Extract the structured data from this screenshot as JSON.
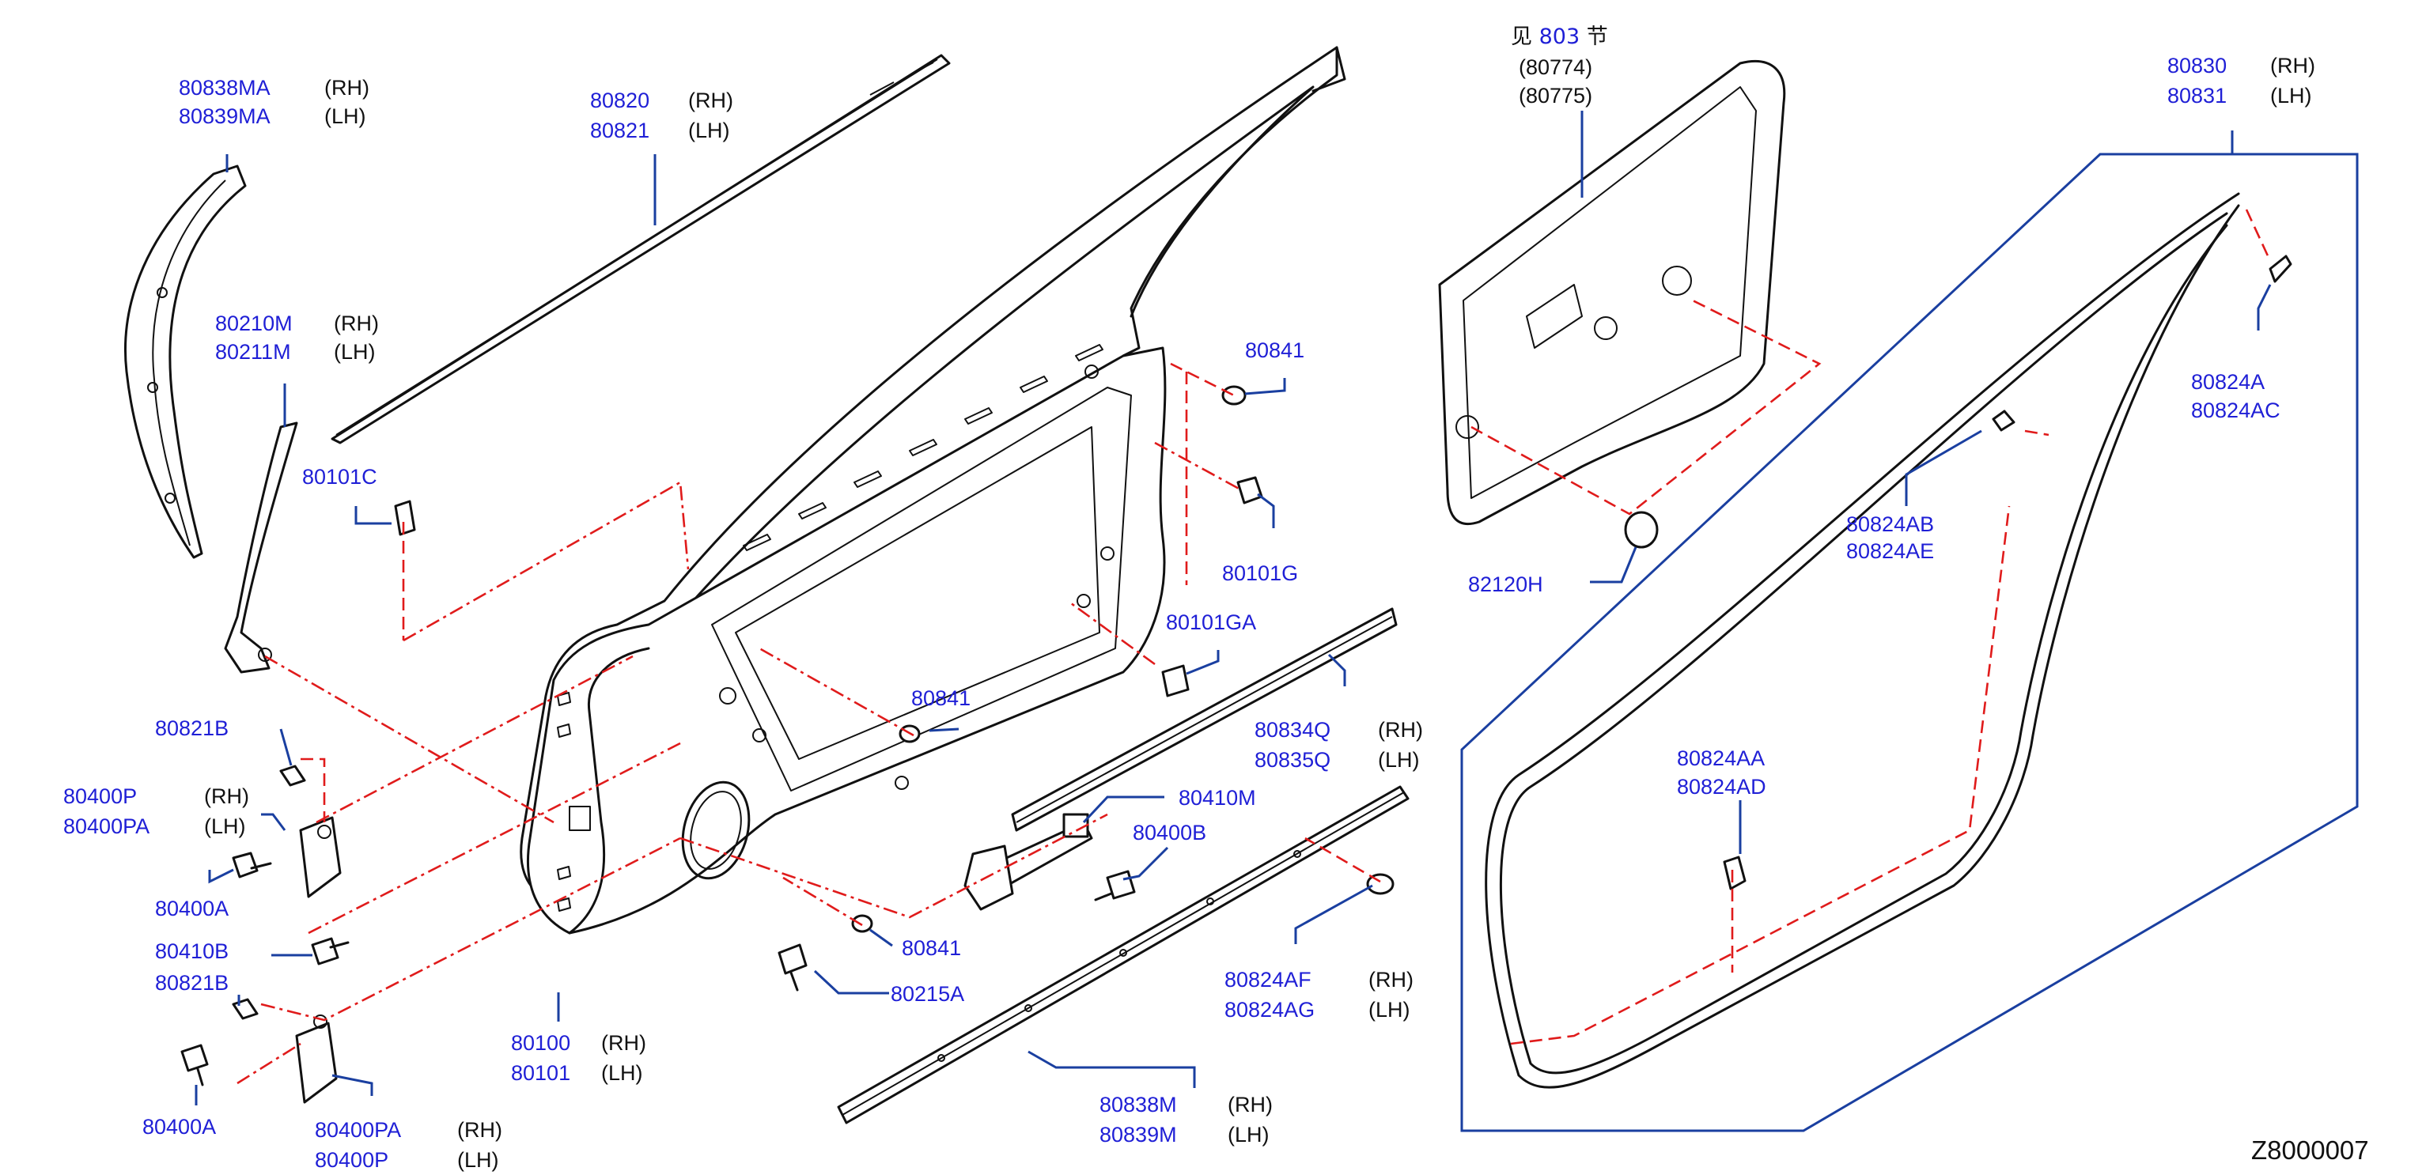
{
  "diagram_id": "Z8000007",
  "section_ref": {
    "prefix": "见",
    "section": "803",
    "suffix": "节",
    "codes": [
      "(80774)",
      "(80775)"
    ]
  },
  "sides": {
    "rh": "(RH)",
    "lh": "(LH)"
  },
  "parts": [
    {
      "id": "outer-sash-moulding",
      "numbers": [
        "80838MA",
        "80839MA"
      ],
      "sides": [
        "(RH)",
        "(LH)"
      ]
    },
    {
      "id": "sash-garnish",
      "numbers": [
        "80210M",
        "80211M"
      ],
      "sides": [
        "(RH)",
        "(LH)"
      ]
    },
    {
      "id": "upper-seal",
      "numbers": [
        "80820",
        "80821"
      ],
      "sides": [
        "(RH)",
        "(LH)"
      ]
    },
    {
      "id": "clip-upper",
      "numbers": [
        "80101C"
      ]
    },
    {
      "id": "bumper-grommet-a",
      "numbers": [
        "80841"
      ]
    },
    {
      "id": "bumper-cushion-g",
      "numbers": [
        "80101G"
      ]
    },
    {
      "id": "bumper-cushion-ga",
      "numbers": [
        "80101GA"
      ]
    },
    {
      "id": "inner-belt-seal",
      "numbers": [
        "80834Q",
        "80835Q"
      ],
      "sides": [
        "(RH)",
        "(LH)"
      ]
    },
    {
      "id": "check-link",
      "numbers": [
        "80410M"
      ]
    },
    {
      "id": "bolt-checklink",
      "numbers": [
        "80400B"
      ]
    },
    {
      "id": "grommet-mid",
      "numbers": [
        "80841"
      ]
    },
    {
      "id": "grommet-low",
      "numbers": [
        "80841"
      ]
    },
    {
      "id": "clip-sill-af",
      "numbers": [
        "80824AF",
        "80824AG"
      ],
      "sides": [
        "(RH)",
        "(LH)"
      ]
    },
    {
      "id": "lower-moulding",
      "numbers": [
        "80838M",
        "80839M"
      ],
      "sides": [
        "(RH)",
        "(LH)"
      ]
    },
    {
      "id": "door-panel",
      "numbers": [
        "80100",
        "80101"
      ],
      "sides": [
        "(RH)",
        "(LH)"
      ]
    },
    {
      "id": "bolt-80215a",
      "numbers": [
        "80215A"
      ]
    },
    {
      "id": "nut-upper",
      "numbers": [
        "80821B"
      ]
    },
    {
      "id": "hinge-upper",
      "numbers": [
        "80400P",
        "80400PA"
      ],
      "sides": [
        "(RH)",
        "(LH)"
      ]
    },
    {
      "id": "bolt-upper-hinge",
      "numbers": [
        "80400A"
      ]
    },
    {
      "id": "bolt-80410b",
      "numbers": [
        "80410B"
      ]
    },
    {
      "id": "nut-lower",
      "numbers": [
        "80821B"
      ]
    },
    {
      "id": "bolt-lower-hinge",
      "numbers": [
        "80400A"
      ]
    },
    {
      "id": "hinge-lower",
      "numbers": [
        "80400PA",
        "80400P"
      ],
      "sides": [
        "(RH)",
        "(LH)"
      ]
    },
    {
      "id": "plug-hole",
      "numbers": [
        "82120H"
      ]
    },
    {
      "id": "weatherstrip",
      "numbers": [
        "80830",
        "80831"
      ],
      "sides": [
        "(RH)",
        "(LH)"
      ]
    },
    {
      "id": "clip-80824a",
      "numbers": [
        "80824A",
        "80824AC"
      ]
    },
    {
      "id": "clip-80824ab",
      "numbers": [
        "80824AB",
        "80824AE"
      ]
    },
    {
      "id": "clip-80824aa",
      "numbers": [
        "80824AA",
        "80824AD"
      ]
    }
  ],
  "colors": {
    "callout": "#1f1fd6",
    "leader": "#1a3fa0",
    "dashed": "#e01b1b",
    "line": "#111111"
  }
}
